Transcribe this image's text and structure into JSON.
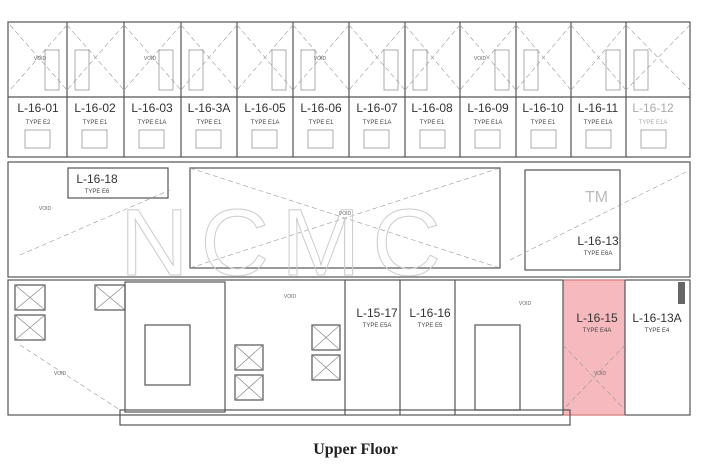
{
  "caption": "Upper Floor",
  "watermark": "NCMC",
  "watermark_mark": "TM",
  "void_label": "VOID",
  "highlight_color": "#f4a7ae",
  "top_units": [
    {
      "id": "L-16-01",
      "type": "TYPE E2"
    },
    {
      "id": "L-16-02",
      "type": "TYPE E1"
    },
    {
      "id": "L-16-03",
      "type": "TYPE E1A"
    },
    {
      "id": "L-16-3A",
      "type": "TYPE E1"
    },
    {
      "id": "L-16-05",
      "type": "TYPE E1A"
    },
    {
      "id": "L-16-06",
      "type": "TYPE E1"
    },
    {
      "id": "L-16-07",
      "type": "TYPE E1A"
    },
    {
      "id": "L-16-08",
      "type": "TYPE E1"
    },
    {
      "id": "L-16-09",
      "type": "TYPE E1A"
    },
    {
      "id": "L-16-10",
      "type": "TYPE E1"
    },
    {
      "id": "L-16-11",
      "type": "TYPE E1A"
    },
    {
      "id": "L-16-12",
      "type": "TYPE E1A"
    }
  ],
  "middle_units": [
    {
      "id": "L-16-18",
      "type": "TYPE E6"
    },
    {
      "id": "L-16-13",
      "type": "TYPE E6A"
    }
  ],
  "bottom_units": [
    {
      "id": "L-15-17",
      "type": "TYPE E5A"
    },
    {
      "id": "L-16-16",
      "type": "TYPE E5"
    },
    {
      "id": "L-16-15",
      "type": "TYPE E4A",
      "highlighted": true
    },
    {
      "id": "L-16-13A",
      "type": "TYPE E4"
    }
  ]
}
